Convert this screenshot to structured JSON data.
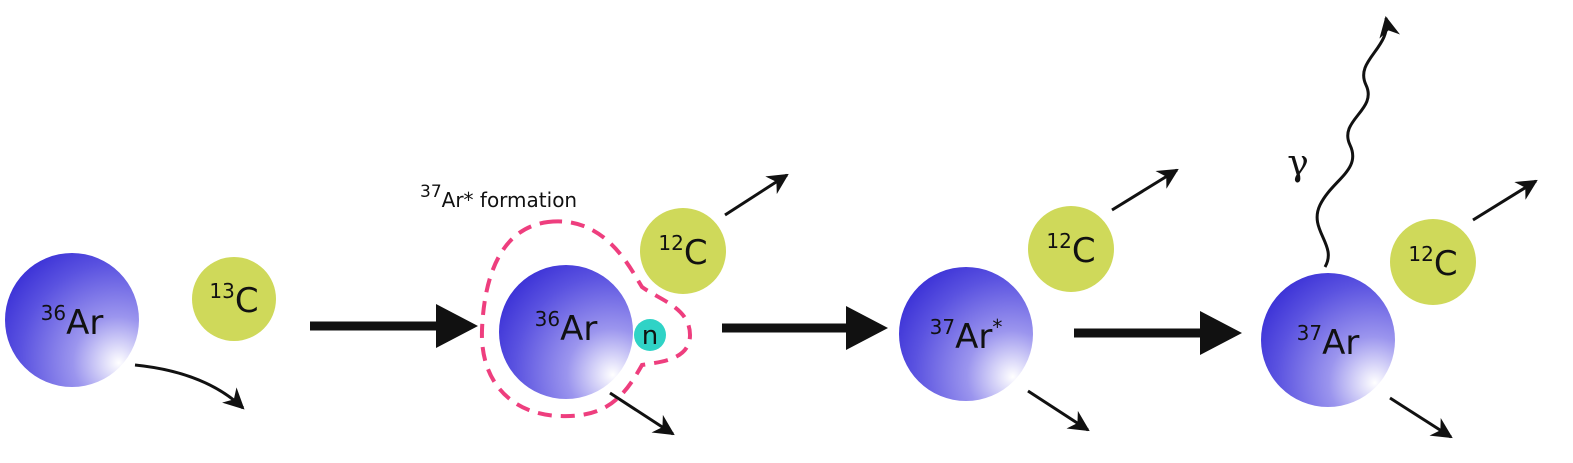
{
  "colors": {
    "argon_light": "#c9c6f5",
    "argon_mid": "#7a73e6",
    "argon_dark": "#3f35d9",
    "carbon": "#cfd95a",
    "neutron": "#2fd3c6",
    "formation_outline": "#ee3e7e",
    "arrow": "#111111"
  },
  "stage1": {
    "ar36": {
      "mass": "36",
      "symbol": "Ar"
    },
    "c13": {
      "mass": "13",
      "symbol": "C"
    }
  },
  "stage2": {
    "formation_label": {
      "mass": "37",
      "text": "Ar* formation"
    },
    "ar36": {
      "mass": "36",
      "symbol": "Ar"
    },
    "neutron": "n",
    "c12": {
      "mass": "12",
      "symbol": "C"
    }
  },
  "stage3": {
    "ar37_excited": {
      "mass": "37",
      "symbol": "Ar",
      "mark": "*"
    },
    "c12": {
      "mass": "12",
      "symbol": "C"
    }
  },
  "stage4": {
    "gamma": "γ",
    "ar37": {
      "mass": "37",
      "symbol": "Ar"
    },
    "c12": {
      "mass": "12",
      "symbol": "C"
    }
  }
}
